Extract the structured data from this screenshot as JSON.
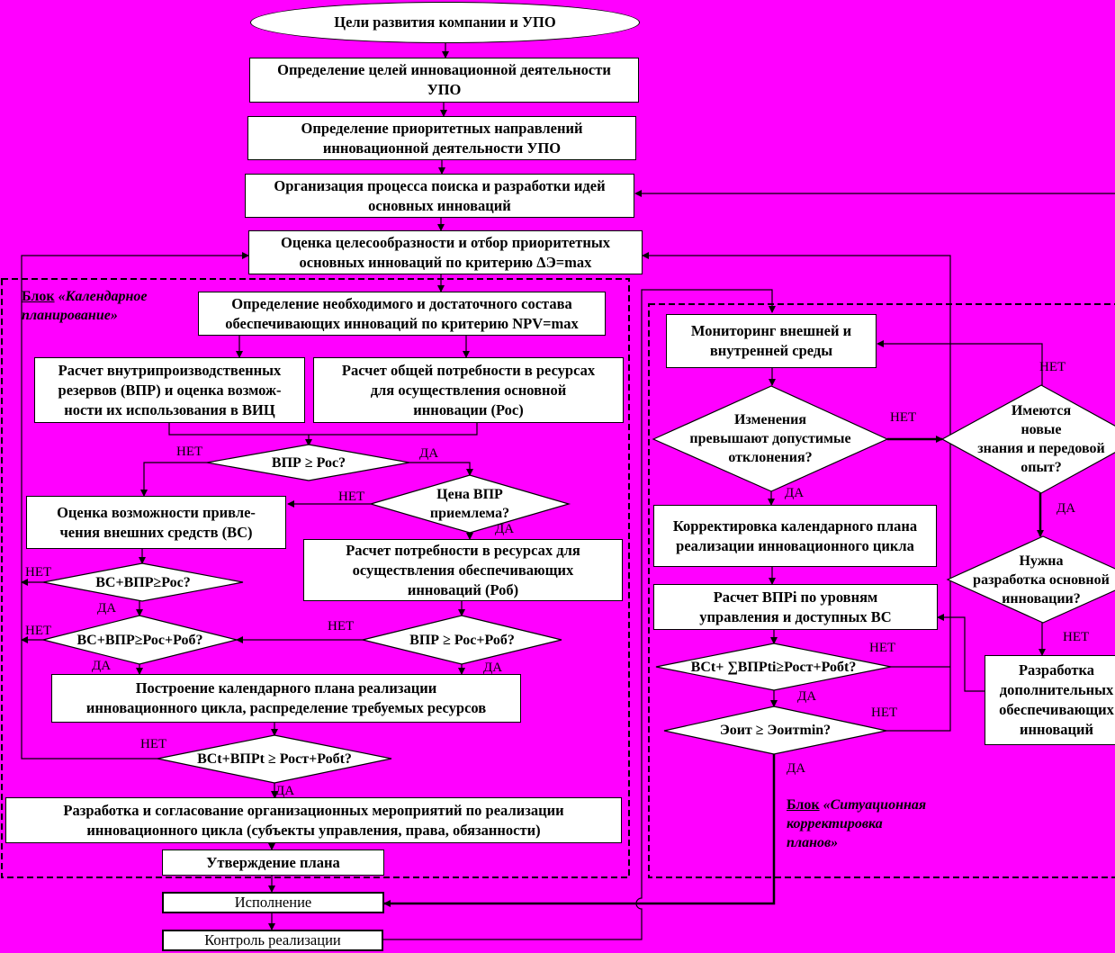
{
  "nodes": {
    "goals": "Цели развития компании и УПО",
    "innov_goals": "Определение целей инновационной деятельности\nУПО",
    "priority_dirs": "Определение приоритетных направлений\nинновационной деятельности УПО",
    "idea_search": "Организация процесса поиска и  разработки идей\nосновных инноваций",
    "evaluation": "Оценка целесообразности и отбор приоритетных\nосновных инноваций по критерию ΔЭ=max",
    "supporting_set": "Определение необходимого и достаточного состава\nобеспечивающих инноваций по критерию NPV=max",
    "reserves": "Расчет внутрипроизводственных\nрезервов (ВПР) и оценка возмож-\nности их использования в ВИЦ",
    "total_need": "Расчет общей потребности в ресурсах\nдля осуществления основной\nинновации (Рос)",
    "external_funds": "Оценка возможности привле-\nчения внешних средств (ВС)",
    "supporting_need": "Расчет потребности в ресурсах для\nосуществления обеспечивающих\nинноваций (Роб)",
    "calendar_plan": "Построение календарного плана реализации\nинновационного цикла, распределение требуемых ресурсов",
    "org_measures": "Разработка и согласование организационных мероприятий по реализации\nинновационного цикла (субъекты управления, права, обязанности)",
    "approval": "Утверждение плана",
    "execution": "Исполнение",
    "control": "Контроль реализации",
    "monitoring": "Мониторинг внешней и\nвнутренней среды",
    "correction": "Корректировка календарного плана\nреализации инновационного цикла",
    "vpr_calc": "Расчет ВПРi по уровням\nуправления и доступных ВС",
    "additional": "Разработка\nдополнительных\nобеспечивающих\nинноваций"
  },
  "decisions": {
    "d1": "ВПР ≥ Рос?",
    "d2": "Цена ВПР\nприемлема?",
    "d3": "ВС+ВПР≥Рос?",
    "d4": "ВС+ВПР≥Рос+Роб?",
    "d5": "ВПР ≥ Рос+Роб?",
    "d6": "ВСt+ВПРt ≥ Рост+Робt?",
    "d7": "Изменения\nпревышают допустимые\nотклонения?",
    "d8": "Имеются\nновые\nзнания и передовой\nопыт?",
    "d9": "Нужна\nразработка основной\nинновации?",
    "d10": "ВСt+ ∑ВПРti≥Рост+Робt?",
    "d11": "Эоит ≥ Эоитmin?"
  },
  "labels": {
    "yes": "ДА",
    "no": "НЕТ"
  },
  "blocks": {
    "calendar_prefix": "Блок",
    "calendar_name": "«Календарное\nпланирование»",
    "situational_prefix": "Блок",
    "situational_name": "«Ситуационная\nкорректировка\nпланов»"
  }
}
